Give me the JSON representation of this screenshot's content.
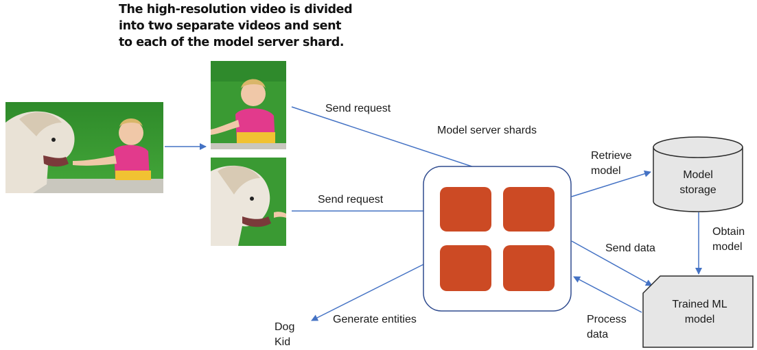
{
  "caption": {
    "lines": [
      "The high-resolution video is divided",
      "into two separate videos and sent",
      "to each of the model server shard."
    ]
  },
  "labels": {
    "send_request_top": "Send request",
    "send_request_bottom": "Send request",
    "model_server_shards": "Model server shards",
    "retrieve_model": [
      "Retrieve",
      "model"
    ],
    "model_storage": [
      "Model",
      "storage"
    ],
    "obtain_model": [
      "Obtain",
      "model"
    ],
    "send_data": "Send data",
    "trained_ml_model": [
      "Trained ML",
      "model"
    ],
    "process_data": [
      "Process",
      "data"
    ],
    "generate_entities": "Generate entities",
    "entities": [
      "Dog",
      "Kid"
    ]
  },
  "colors": {
    "arrow": "#4472c4",
    "server_border": "#2e4a8e",
    "shard_fill": "#cc4a24",
    "storage_fill": "#e6e6e6",
    "storage_stroke": "#2a2a2a"
  },
  "icons": {
    "full_frame": "dog-and-kid-photo",
    "kid_half": "kid-photo",
    "dog_half": "dog-photo"
  }
}
